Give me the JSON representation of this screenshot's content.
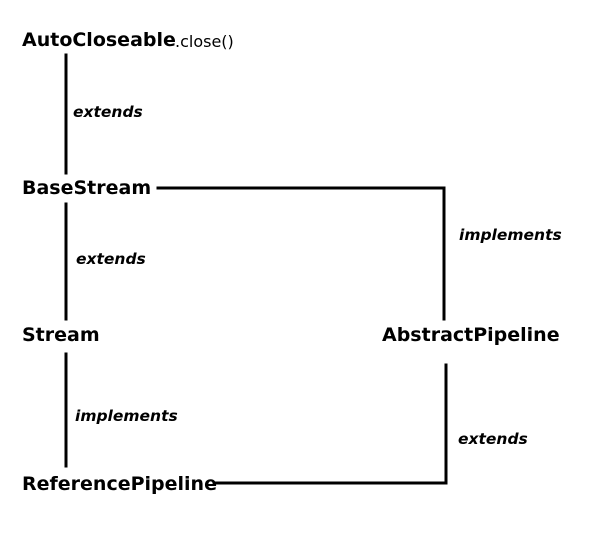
{
  "nodes": {
    "autocloseable": "AutoCloseable",
    "autocloseable_method": ".close()",
    "basestream": "BaseStream",
    "stream": "Stream",
    "abstractpipeline": "AbstractPipeline",
    "referencepipeline": "ReferencePipeline"
  },
  "edges": {
    "basestream_autocloseable": "extends",
    "stream_basestream": "extends",
    "basestream_abstractpipeline": "implements",
    "referencepipeline_stream": "implements",
    "referencepipeline_abstractpipeline": "extends"
  },
  "colors": {
    "line": "#000000",
    "text": "#000000",
    "background": "#ffffff"
  }
}
